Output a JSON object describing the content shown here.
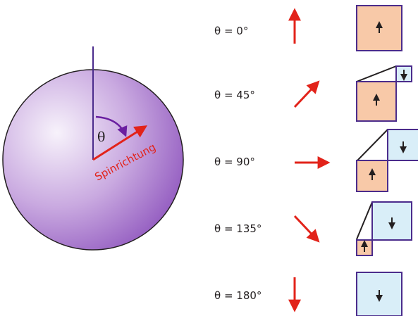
{
  "sphere": {
    "angle_symbol": "θ",
    "spin_label": "Spinrichtung"
  },
  "rows": [
    {
      "label": "θ = 0°",
      "angle_deg": 0,
      "up_fraction": 1.0
    },
    {
      "label": "θ = 45°",
      "angle_deg": 45,
      "up_fraction": 0.8536
    },
    {
      "label": "θ = 90°",
      "angle_deg": 90,
      "up_fraction": 0.5
    },
    {
      "label": "θ = 135°",
      "angle_deg": 135,
      "up_fraction": 0.1464
    },
    {
      "label": "θ = 180°",
      "angle_deg": 180,
      "up_fraction": 0.0
    }
  ],
  "colors": {
    "arrow": "#e2231a",
    "sphere_light": "#f4eefa",
    "sphere_dark": "#9d64c6",
    "theta_arc": "#6a1fa0",
    "box_border": "#4b2c8c",
    "spin_up_fill": "#f8c9a8",
    "spin_down_fill": "#d9eef8",
    "line": "#231f20"
  }
}
